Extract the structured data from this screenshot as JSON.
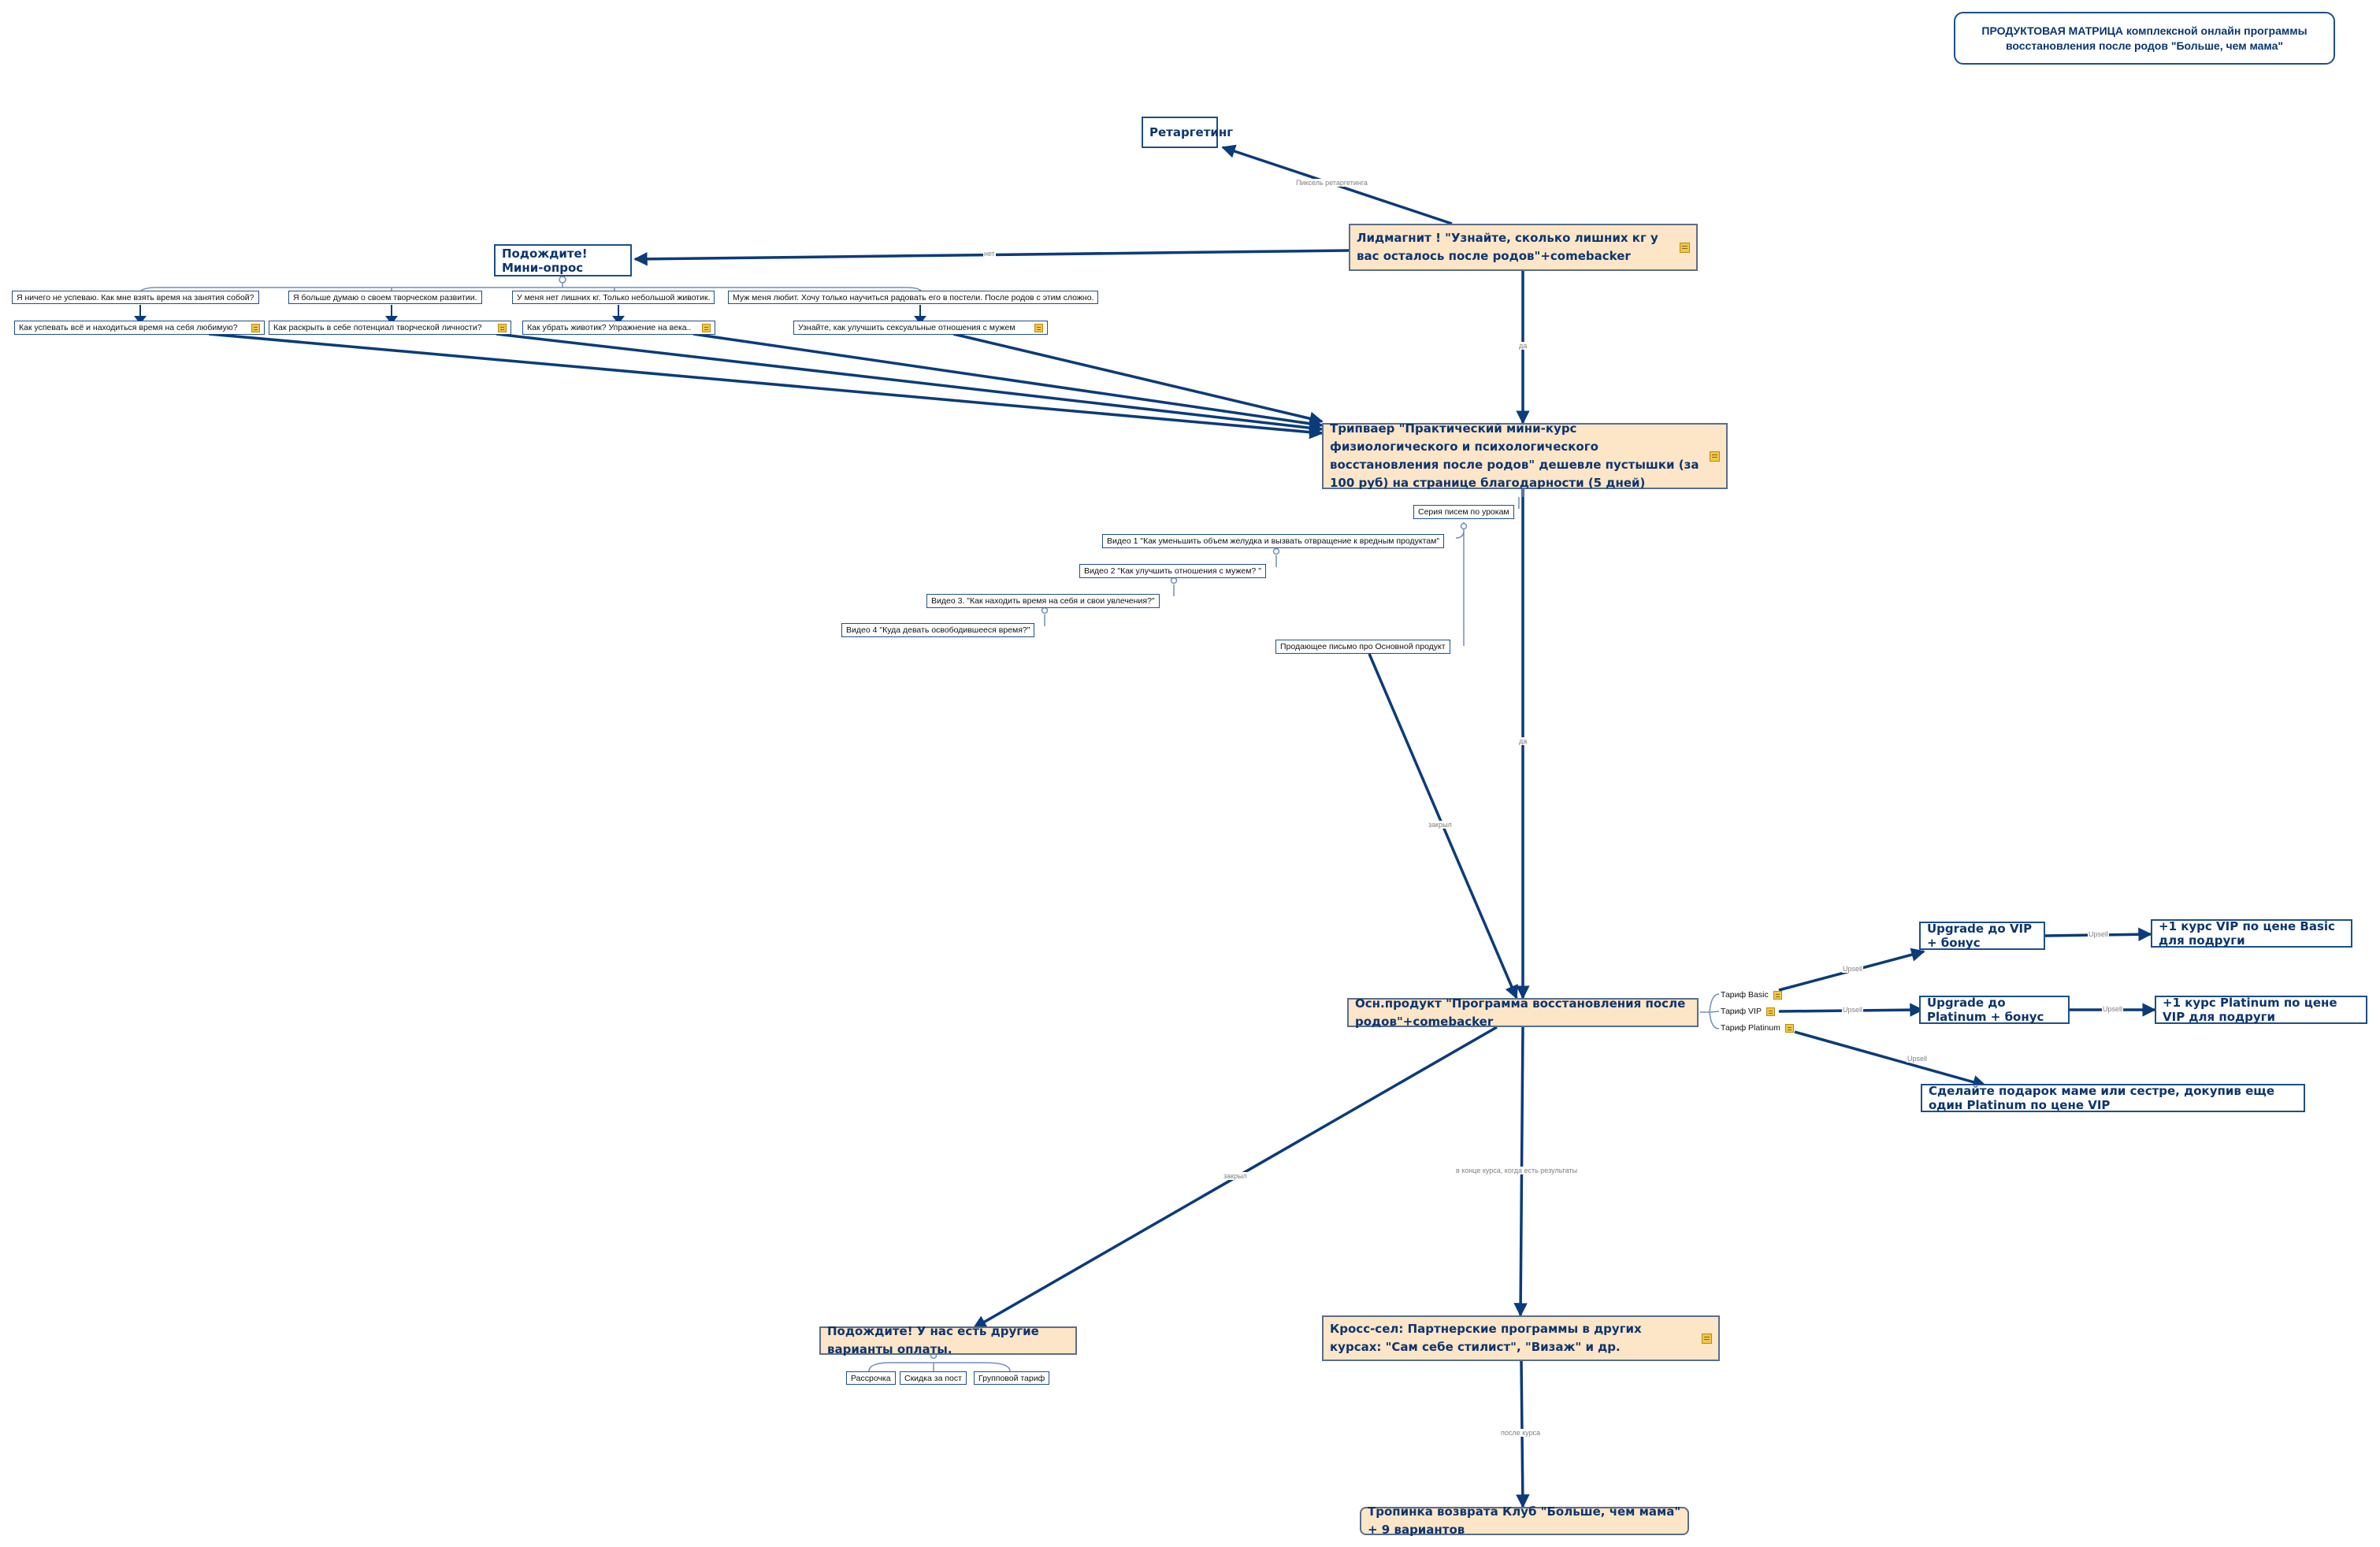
{
  "title": "ПРОДУКТОВАЯ МАТРИЦА комплексной онлайн программы восстановления после родов \"Больше, чем мама\"",
  "nodes": {
    "retargeting": "Ретаргетинг",
    "leadmagnet": "Лидмагнит ! \"Узнайте, сколько лишних кг у вас осталось после родов\"+comebacker",
    "minisurvey": "Подождите! Мини-опрос",
    "q1": "Я ничего не успеваю. Как мне взять время на занятия собой?",
    "q2": "Я больше думаю о своем творческом развитии.",
    "q3": "У меня нет лишних кг. Только небольшой животик.",
    "q4": "Муж меня любит. Хочу только научиться радовать его в постели. После родов с этим сложно.",
    "a1": "Как успевать всё и находиться время на себя любимую?",
    "a2": "Как раскрыть в себе потенциал творческой личности?",
    "a3": "Как убрать животик? Упражнение на века..",
    "a4": "Узнайте, как улучшить сексуальные отношения с мужем",
    "tripwire": "Трипваер \"Практический мини-курс физиологического и психологического восстановления после родов\" дешевле пустышки (за 100 руб) на странице благодарности (5 дней)",
    "letters": "Серия писем по урокам",
    "video1": "Видео 1 \"Как уменьшить объем желудка и вызвать отвращение к вредным продуктам\"",
    "video2": "Видео 2 \"Как улучшить отношения с мужем? \"",
    "video3": "Видео 3. \"Как находить время на себя и свои увлечения?\"",
    "video4": "Видео 4 \"Куда девать освободившееся время?\"",
    "selling": "Продающее письмо про Основной продукт",
    "mainproduct": "Осн.продукт \"Программа восстановления после родов\"+comebacker",
    "basic": "Тариф Basic",
    "vip": "Тариф VIP",
    "platinum": "Тариф Platinum",
    "up_vip": "Upgrade до VIP + бонус",
    "up_plat": "Upgrade до Platinum + бонус",
    "vip_course": "+1 курс VIP по цене Basic для подруги",
    "plat_course": "+1 курс Platinum по цене VIP для подруги",
    "gift": "Сделайте подарок маме или сестре, докупив еще один Platinum по цене VIP",
    "wait_pay": "Подождите! У нас есть другие варианты оплаты.",
    "installment": "Рассрочка",
    "discount": "Скидка за пост",
    "group": "Групповой тариф",
    "crosssell": "Кросс-сел: Партнерские программы в других курсах: \"Сам себе стилист\", \"Визаж\" и др.",
    "club": "Тропинка возврата Клуб \"Больше, чем мама\" + 9 вариантов"
  },
  "edge_labels": {
    "pixel": "Пиксель ретаргетинга",
    "no": "нет",
    "yes1": "да",
    "yes2": "да",
    "closed": "закрыл",
    "course_end": "в конце курса, когда есть результаты",
    "after_course": "после курса",
    "upsell1": "Upsell",
    "upsell2": "Upsell",
    "upsell3": "Upsell",
    "upsell4": "Upsell",
    "upsell5": "Upsell"
  },
  "colors": {
    "edge": "#0b3b7a",
    "thin_edge": "#6f8fb8",
    "main_fill": "#fde5c7",
    "text": "#0b3570"
  }
}
